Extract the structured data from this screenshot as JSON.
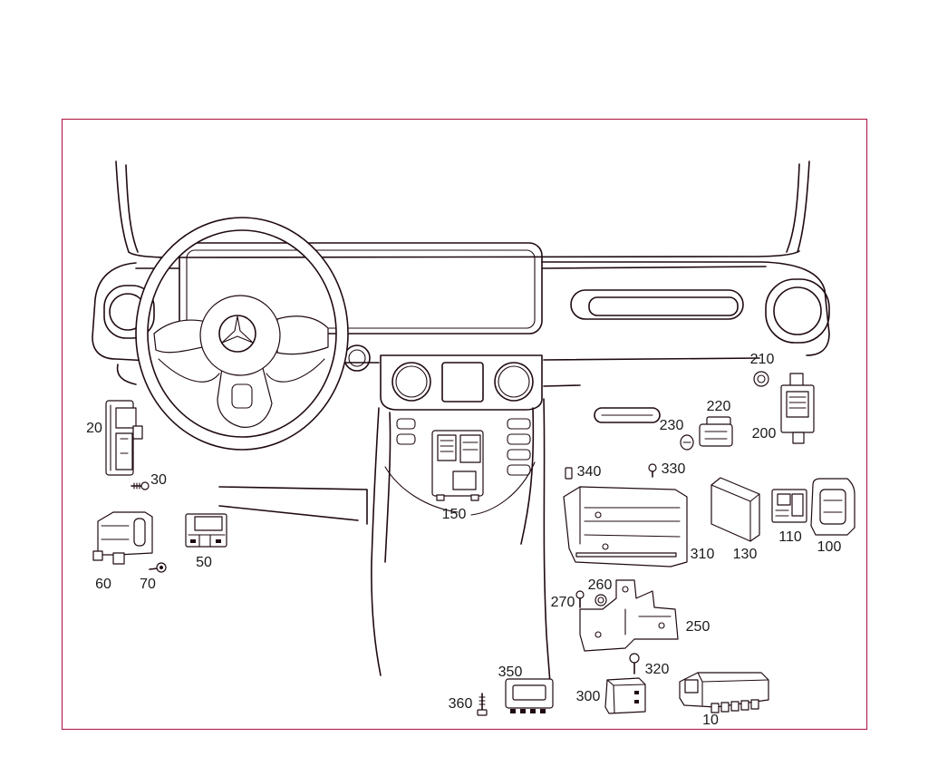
{
  "colors": {
    "line": "#1f0a12",
    "frame": "#b3264f",
    "label": "#1a1a1a"
  },
  "callouts": [
    "210",
    "220",
    "230",
    "200",
    "20",
    "30",
    "340",
    "330",
    "150",
    "50",
    "60",
    "70",
    "310",
    "130",
    "110",
    "100",
    "260",
    "270",
    "250",
    "320",
    "350",
    "360",
    "300",
    "10"
  ]
}
